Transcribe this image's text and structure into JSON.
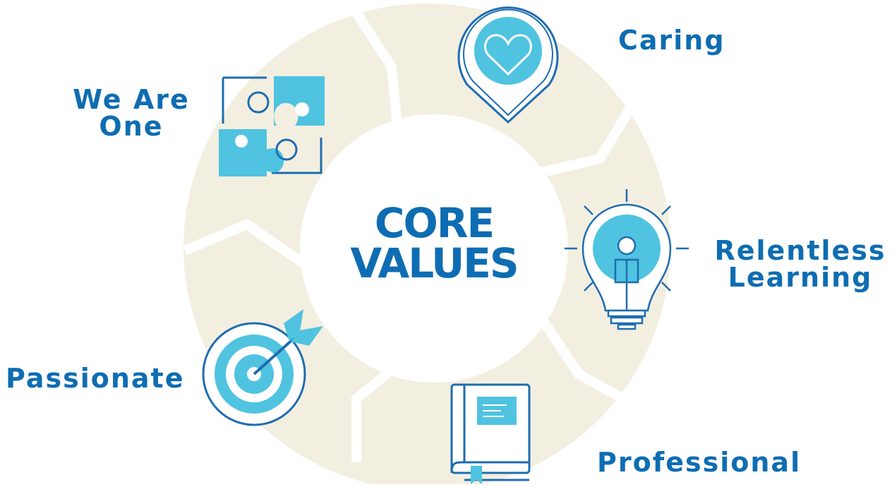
{
  "title": {
    "line1": "CORE",
    "line2": "VALUES"
  },
  "values": [
    {
      "id": "caring",
      "line1": "Caring",
      "line2": "",
      "icon": "heart-pin-icon"
    },
    {
      "id": "relentless-learning",
      "line1": "Relentless",
      "line2": "Learning",
      "icon": "lightbulb-icon"
    },
    {
      "id": "professional",
      "line1": "Professional",
      "line2": "",
      "icon": "book-icon"
    },
    {
      "id": "passionate",
      "line1": "Passionate",
      "line2": "",
      "icon": "target-icon"
    },
    {
      "id": "we-are-one",
      "line1": "We Are",
      "line2": "One",
      "icon": "puzzle-icon"
    }
  ],
  "colors": {
    "label": "#0e6db2",
    "ring": "#f3efe0",
    "icon_fill": "#4fc3e0",
    "icon_stroke": "#1e6db0"
  }
}
